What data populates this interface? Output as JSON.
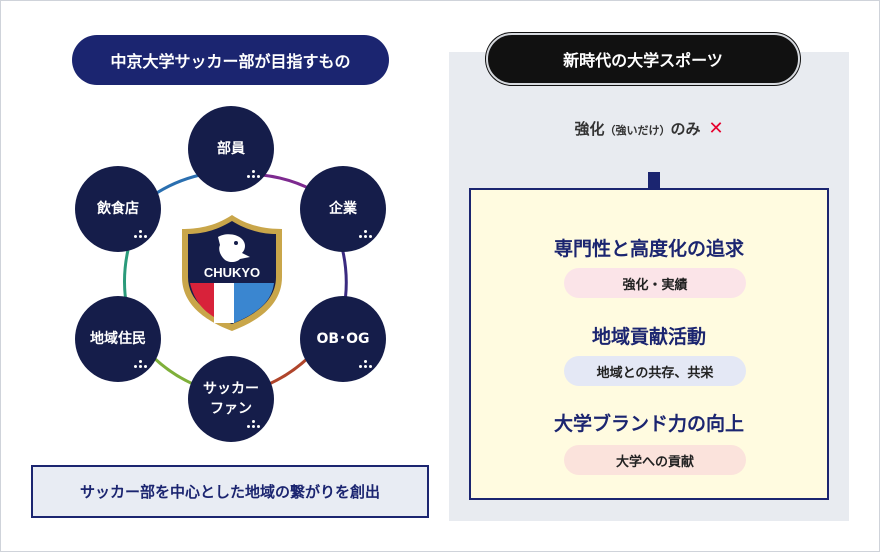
{
  "left": {
    "title": "中京大学サッカー部が目指すもの",
    "nodes": [
      {
        "label": "部員"
      },
      {
        "label": "企業"
      },
      {
        "label": "OB･OG"
      },
      {
        "label": "サッカー\nファン"
      },
      {
        "label": "地域住民"
      },
      {
        "label": "飲食店"
      }
    ],
    "crest_text": "CHUKYO",
    "caption": "サッカー部を中心とした地域の繋がりを創出"
  },
  "right": {
    "title": "新時代の大学スポーツ",
    "only_main": "強化",
    "only_small": "（強いだけ）",
    "only_suffix": "のみ",
    "only_mark": "✕",
    "goals": [
      {
        "heading": "専門性と高度化の追求",
        "tag": "強化・実績"
      },
      {
        "heading": "地域貢献活動",
        "tag": "地域との共存、共栄"
      },
      {
        "heading": "大学ブランド力の向上",
        "tag": "大学への貢献"
      }
    ]
  },
  "colors": {
    "navy": "#1b2570",
    "node": "#151d4a",
    "ring": [
      "#7d2a8f",
      "#3a2a80",
      "#b0452b",
      "#7fb03a",
      "#2a9a7a",
      "#2a6fb0"
    ]
  }
}
